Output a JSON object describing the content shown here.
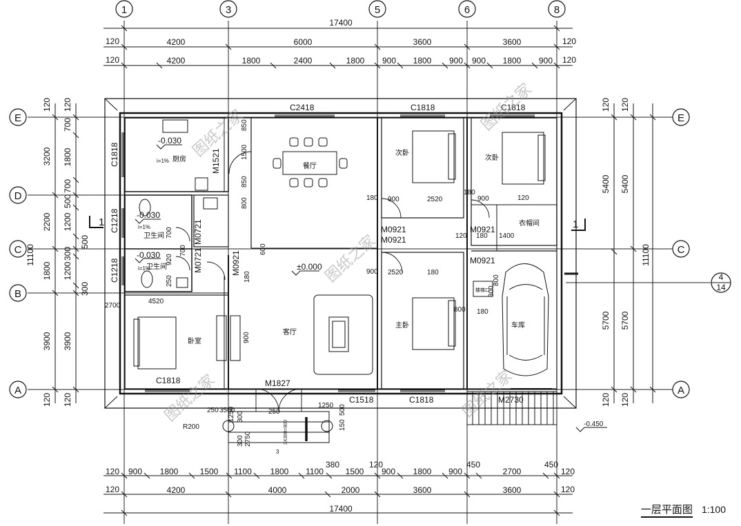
{
  "grid_axes": {
    "n1": "1",
    "n3": "3",
    "n5": "5",
    "n6": "6",
    "n8": "8",
    "E": "E",
    "D": "D",
    "C": "C",
    "B": "B",
    "A": "A"
  },
  "dims": {
    "overall_width": "17400",
    "top_row1": [
      "4200",
      "6000",
      "3600",
      "3600"
    ],
    "top_row2": [
      "4200",
      "1800",
      "2400",
      "1800",
      "900",
      "1800",
      "900",
      "900",
      "1800",
      "900"
    ],
    "top_edge": "120",
    "bot_row1": [
      "900",
      "1800",
      "1500",
      "1100",
      "1800",
      "1100",
      "380",
      "1500",
      "120",
      "900",
      "1800",
      "900",
      "450",
      "2700",
      "450"
    ],
    "bot_row2": [
      "4200",
      "4000",
      "2000",
      "3600",
      "3600"
    ],
    "left_outer": [
      "3200",
      "2200",
      "1800",
      "3900",
      "120"
    ],
    "left_inner": [
      "700",
      "1800",
      "700",
      "500",
      "1200",
      "500",
      "300",
      "1200",
      "300",
      "3900",
      "120"
    ],
    "left_total": "11100",
    "left_top": "120",
    "right_outer": [
      "5400",
      "5700",
      "120"
    ],
    "right_inner": [
      "5400",
      "5700",
      "120"
    ],
    "right_total": "11100",
    "right_top": "120",
    "kitchen_side": [
      "850",
      "1500",
      "850",
      "800"
    ],
    "misc": [
      "180",
      "900",
      "2520",
      "180",
      "120",
      "900",
      "120",
      "180",
      "1400",
      "800",
      "300",
      "800",
      "180",
      "900",
      "2520",
      "180",
      "600",
      "2700",
      "4520",
      "900",
      "180",
      "700",
      "700",
      "920",
      "250",
      "250",
      "3500",
      "250",
      "1250",
      "1250",
      "500",
      "150",
      "300",
      "300",
      "2750"
    ]
  },
  "openings": {
    "C2418": "C2418",
    "C1818_a": "C1818",
    "C1818_b": "C1818",
    "C1818_k": "C1818",
    "M1521": "M1521",
    "C1218_a": "C1218",
    "C1218_b": "C1218",
    "M0721_a": "M0721",
    "M0721_b": "M0721",
    "M0921_1": "M0921",
    "M0921_2": "M0921",
    "M0921_3": "M0921",
    "M0921_4": "M0921",
    "M0921_5": "M0921",
    "C1818_bed": "C1818",
    "M1827": "M1827",
    "C1518": "C1518",
    "C1818_mb": "C1818",
    "M2730": "M2730"
  },
  "levels": {
    "kitchen": "-0.030",
    "bath1": "-0.030",
    "bath2": "-0.030",
    "living": "±0.000",
    "outside": "-0.450"
  },
  "slopes": {
    "k": "i=1%",
    "b1": "i=1%",
    "b2": "i=1%"
  },
  "rooms": {
    "kitchen": "厨房",
    "dining": "餐厅",
    "bed2a": "次卧",
    "bed2b": "次卧",
    "closet": "衣帽间",
    "bath1": "卫生间",
    "bath2": "卫生间",
    "bedroom": "卧室",
    "living": "客厅",
    "master": "主卧",
    "garage": "车库",
    "stair": "楼梯口"
  },
  "section_mark": "1",
  "detail_ref": {
    "top": "4",
    "bottom": "14"
  },
  "ramp": {
    "radius": "R200",
    "steps": "3X300=900",
    "count": "3"
  },
  "watermark": "图纸之家",
  "caption": {
    "title": "一层平面图",
    "scale": "1:100"
  }
}
